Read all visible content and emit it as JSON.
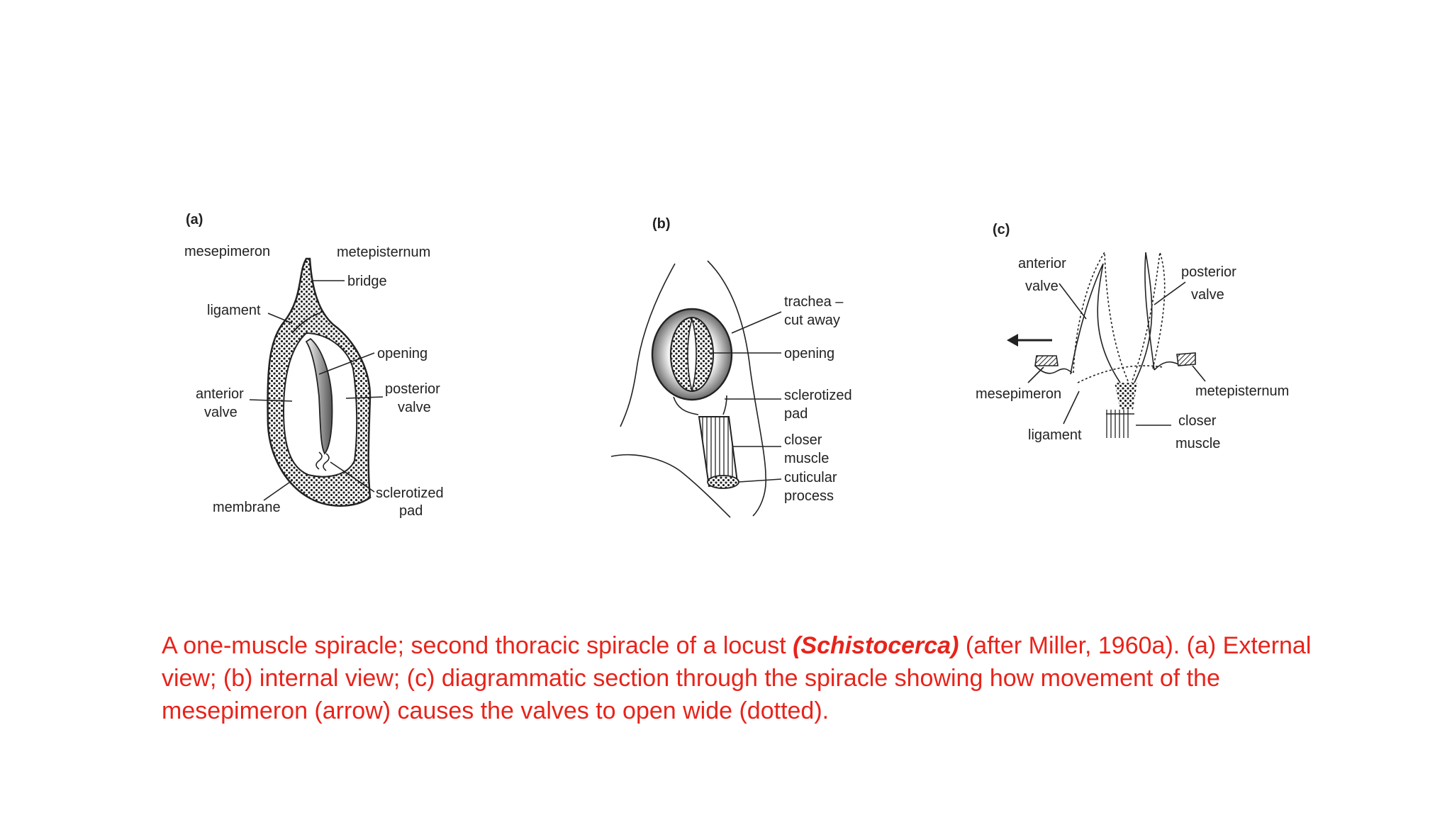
{
  "figure": {
    "panel_a": {
      "tag": "(a)",
      "labels": {
        "mesepimeron": "mesepimeron",
        "metepisternum": "metepisternum",
        "bridge": "bridge",
        "ligament": "ligament",
        "opening": "opening",
        "anterior_valve_1": "anterior",
        "anterior_valve_2": "valve",
        "posterior_valve_1": "posterior",
        "posterior_valve_2": "valve",
        "membrane": "membrane",
        "sclerotized_pad_1": "sclerotized",
        "sclerotized_pad_2": "pad"
      }
    },
    "panel_b": {
      "tag": "(b)",
      "labels": {
        "trachea_1": "trachea –",
        "trachea_2": "cut away",
        "opening": "opening",
        "sclerotized_pad_1": "sclerotized",
        "sclerotized_pad_2": "pad",
        "closer_muscle_1": "closer",
        "closer_muscle_2": "muscle",
        "cuticular_process_1": "cuticular",
        "cuticular_process_2": "process"
      }
    },
    "panel_c": {
      "tag": "(c)",
      "labels": {
        "anterior_valve_1": "anterior",
        "anterior_valve_2": "valve",
        "posterior_valve_1": "posterior",
        "posterior_valve_2": "valve",
        "mesepimeron": "mesepimeron",
        "metepisternum": "metepisternum",
        "ligament": "ligament",
        "closer_muscle_1": "closer",
        "closer_muscle_2": "muscle"
      }
    }
  },
  "caption": {
    "part1": "A one-muscle spiracle; second thoracic spiracle of a locust ",
    "emph": "(Schistocerca)",
    "part2": " (after Miller, 1960a). (a) External view; (b) internal view; (c) diagrammatic section through the spiracle showing how movement of the mesepimeron (arrow) causes the valves to open wide (dotted)."
  },
  "colors": {
    "caption": "#e8231a",
    "ink": "#222222"
  }
}
